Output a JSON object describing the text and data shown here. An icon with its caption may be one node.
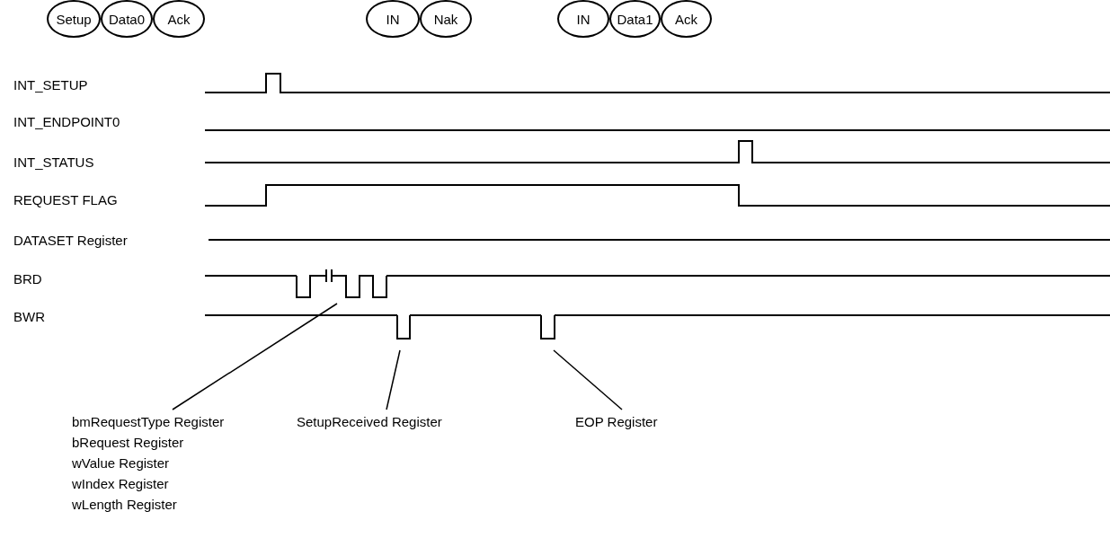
{
  "diagram": {
    "nodes": [
      {
        "text": [
          "Setup"
        ]
      },
      {
        "text": [
          "Data0"
        ]
      },
      {
        "text": [
          "Ack"
        ]
      },
      {
        "text": [
          "IN"
        ]
      },
      {
        "text": [
          "Nak"
        ]
      },
      {
        "text": [
          "IN"
        ]
      },
      {
        "text": [
          "Data1"
        ]
      },
      {
        "text": [
          "Ack"
        ]
      },
      {
        "text": [
          "bmRequestType Register",
          "bRequest Register",
          "wValue Register",
          "wIndex Register",
          "wLength Register"
        ]
      },
      {
        "text": [
          "SetupReceived Register"
        ]
      },
      {
        "text": [
          "EOP Register"
        ]
      },
      {
        "text": [],
        "shape": "pulse"
      },
      {
        "text": [],
        "shape": "pulse"
      },
      {
        "text": [],
        "shape": "pulse"
      }
    ],
    "edges": [
      {
        "from": 8,
        "to": 11,
        "arrow": "none"
      },
      {
        "from": 9,
        "to": 12,
        "arrow": "none"
      },
      {
        "from": 10,
        "to": 13,
        "arrow": "none"
      }
    ],
    "labels": [
      "INT_SETUP",
      "INT_ENDPOINT0",
      "INT_STATUS",
      "REQUEST FLAG",
      "DATASET Register",
      "BRD",
      "BWR"
    ]
  }
}
